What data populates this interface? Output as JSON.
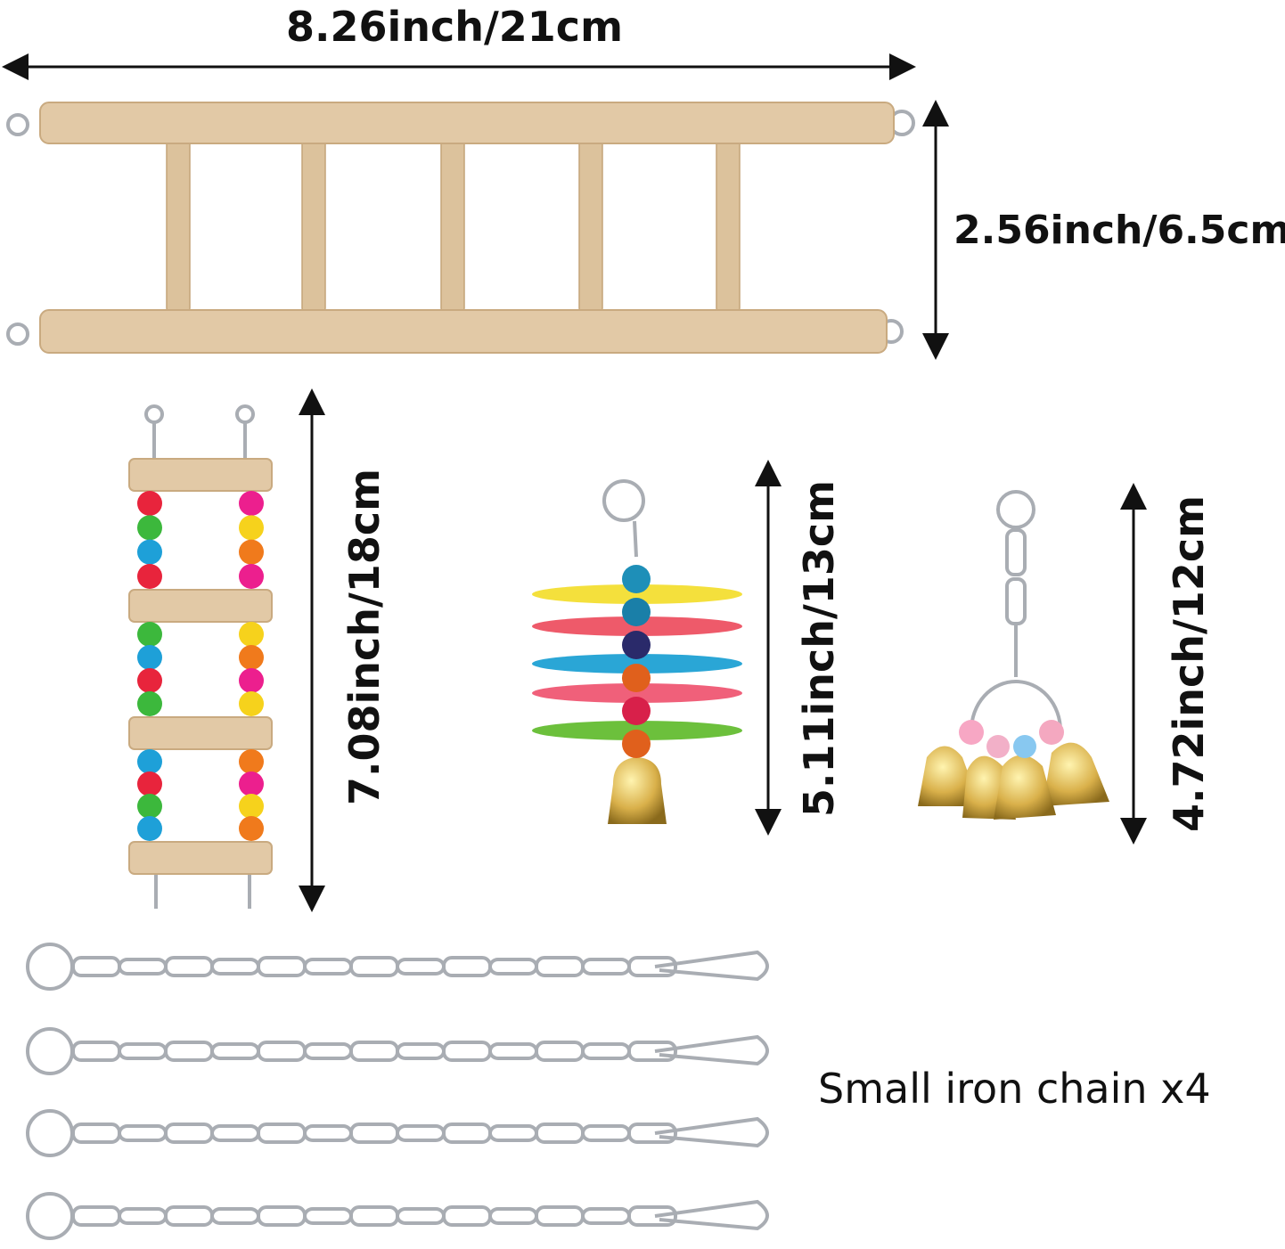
{
  "dimensions": {
    "ladder_width": "8.26inch/21cm",
    "ladder_height": "2.56inch/6.5cm",
    "bead_ladder_height": "7.08inch/18cm",
    "stick_toy_height": "5.11inch/13cm",
    "bell_toy_height": "4.72inch/12cm"
  },
  "chain_label": "Small iron chain x4",
  "colors": {
    "beads": [
      "#e8243c",
      "#ec1f8e",
      "#3cb83c",
      "#f6d21c",
      "#1ea0d8",
      "#f07a1c"
    ],
    "sticks": [
      "#f4e03c",
      "#ee5a6a",
      "#2aa6d6",
      "#f0607a",
      "#6cc03c"
    ]
  }
}
